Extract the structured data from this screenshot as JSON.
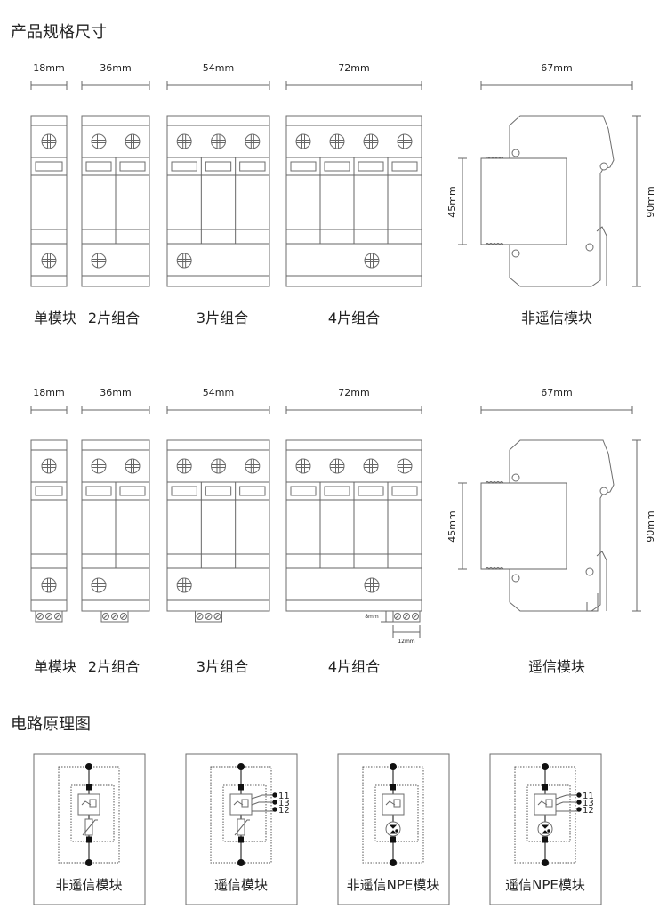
{
  "section_dimensions": {
    "title": "产品规格尺寸",
    "rows": [
      {
        "widths": [
          "18mm",
          "36mm",
          "54mm",
          "72mm"
        ],
        "labels": [
          "单模块",
          "2片组合",
          "3片组合",
          "4片组合"
        ],
        "side_width": "67mm",
        "side_depth": "45mm",
        "side_height": "90mm",
        "side_label": "非遥信模块",
        "remote_terminals": false
      },
      {
        "widths": [
          "18mm",
          "36mm",
          "54mm",
          "72mm"
        ],
        "labels": [
          "单模块",
          "2片组合",
          "3片组合",
          "4片组合"
        ],
        "side_width": "67mm",
        "side_depth": "45mm",
        "side_height": "90mm",
        "side_label": "遥信模块",
        "remote_terminals": true,
        "terminal_height": "8mm",
        "terminal_width": "12mm"
      }
    ]
  },
  "section_circuit": {
    "title": "电路原理图",
    "diagrams": [
      {
        "label": "非遥信模块",
        "remote": false,
        "npe": false
      },
      {
        "label": "遥信模块",
        "remote": true,
        "npe": false,
        "pins": [
          "11",
          "13",
          "12"
        ]
      },
      {
        "label": "非遥信NPE模块",
        "remote": false,
        "npe": true
      },
      {
        "label": "遥信NPE模块",
        "remote": true,
        "npe": true,
        "pins": [
          "11",
          "13",
          "12"
        ]
      }
    ]
  }
}
